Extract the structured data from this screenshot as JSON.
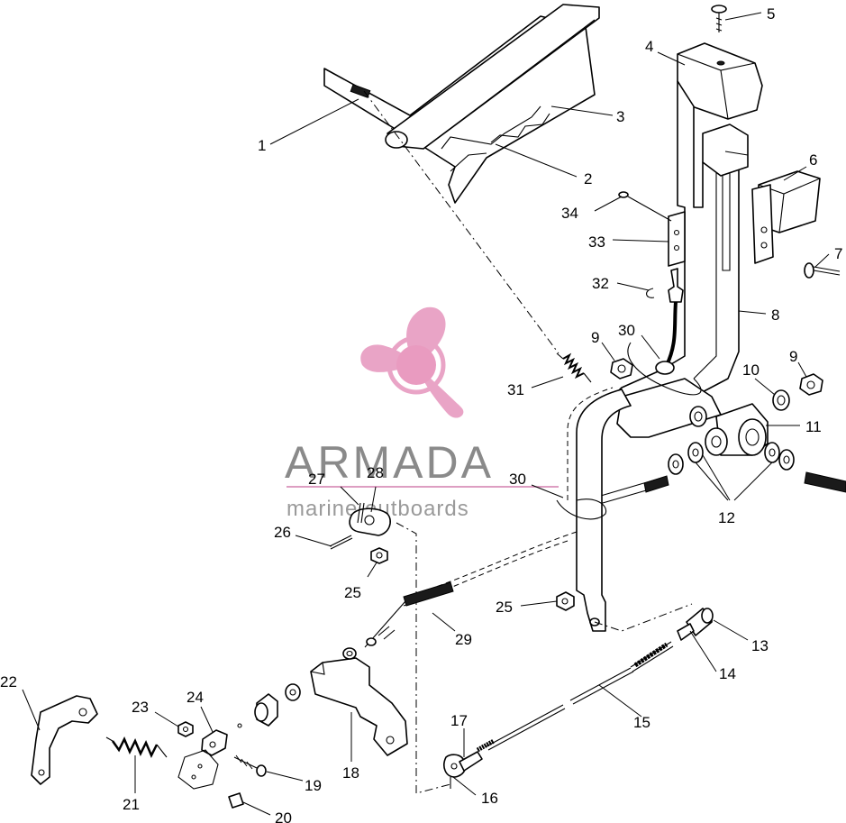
{
  "watermark": {
    "brand": "ARMADA",
    "tagline": "marine outboards",
    "colors": {
      "propeller": "#e9a4c6",
      "hub": "#e9a4c6",
      "text": "#8a8a8a"
    }
  },
  "callouts": {
    "c1": "1",
    "c2": "2",
    "c3": "3",
    "c4": "4",
    "c5": "5",
    "c6": "6",
    "c7": "7",
    "c8": "8",
    "c9a": "9",
    "c9b": "9",
    "c10": "10",
    "c11": "11",
    "c12": "12",
    "c13": "13",
    "c14": "14",
    "c15": "15",
    "c16": "16",
    "c17": "17",
    "c18": "18",
    "c19": "19",
    "c20": "20",
    "c21": "21",
    "c22": "22",
    "c23": "23",
    "c24": "24",
    "c25a": "25",
    "c25b": "25",
    "c26": "26",
    "c27": "27",
    "c28": "28",
    "c29": "29",
    "c30a": "30",
    "c30b": "30",
    "c31": "31",
    "c32": "32",
    "c33": "33",
    "c34": "34"
  }
}
